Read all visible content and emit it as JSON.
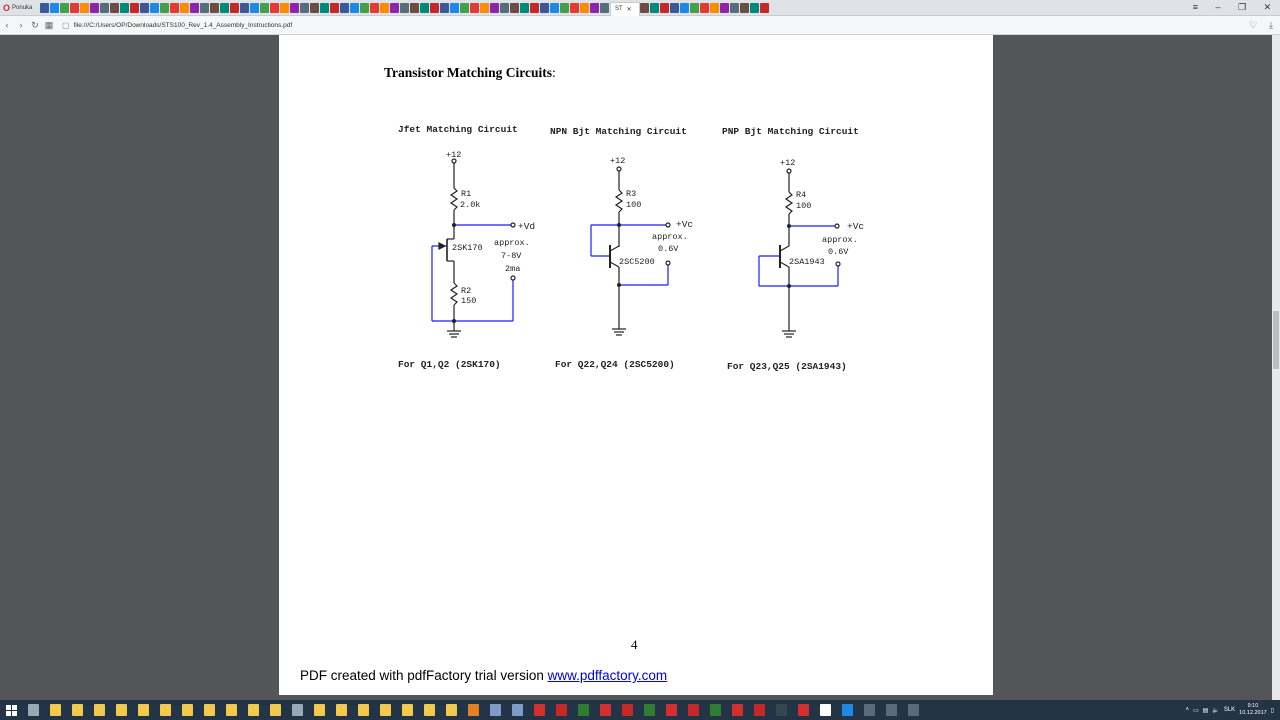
{
  "browser": {
    "menu_label": "Ponuka",
    "active_tab_label": "ST",
    "url": "file:///C:/Users/OP/Downloads/STS100_Rev_1.4_Assembly_Instructions.pdf",
    "window_controls": [
      "≡",
      "–",
      "❐",
      "✕"
    ]
  },
  "document": {
    "title_bold": "Transistor Matching Circuits",
    "title_suffix": ":",
    "page_number": "4",
    "footer_text": "PDF created with pdfFactory trial version ",
    "footer_link": "www.pdffactory.com"
  },
  "circuits": [
    {
      "title": "Jfet Matching Circuit",
      "supply": "+12",
      "r_top_name": "R1",
      "r_top_value": "2.0k",
      "output": "+Vd",
      "device": "2SK170",
      "note": [
        "approx.",
        "7-8V",
        "2ma"
      ],
      "r_bot_name": "R2",
      "r_bot_value": "150",
      "caption": "For Q1,Q2 (2SK170)"
    },
    {
      "title": "NPN Bjt Matching Circuit",
      "supply": "+12",
      "r_top_name": "R3",
      "r_top_value": "100",
      "output": "+Vc",
      "device": "2SC5200",
      "note": [
        "approx.",
        "0.6V"
      ],
      "caption": "For Q22,Q24 (2SC5200)"
    },
    {
      "title": "PNP Bjt Matching Circuit",
      "supply": "+12",
      "r_top_name": "R4",
      "r_top_value": "100",
      "output": "+Vc",
      "device": "2SA1943",
      "note": [
        "approx.",
        "0.6V"
      ],
      "caption": "For Q23,Q25 (2SA1943)"
    }
  ],
  "taskbar": {
    "language": "SLK",
    "time": "9:10",
    "date": "10.12.2017"
  },
  "colors": {
    "wire": "#1a1aff",
    "ground_wire": "#000000",
    "link": "#0000ee",
    "taskbar": "#243447"
  }
}
